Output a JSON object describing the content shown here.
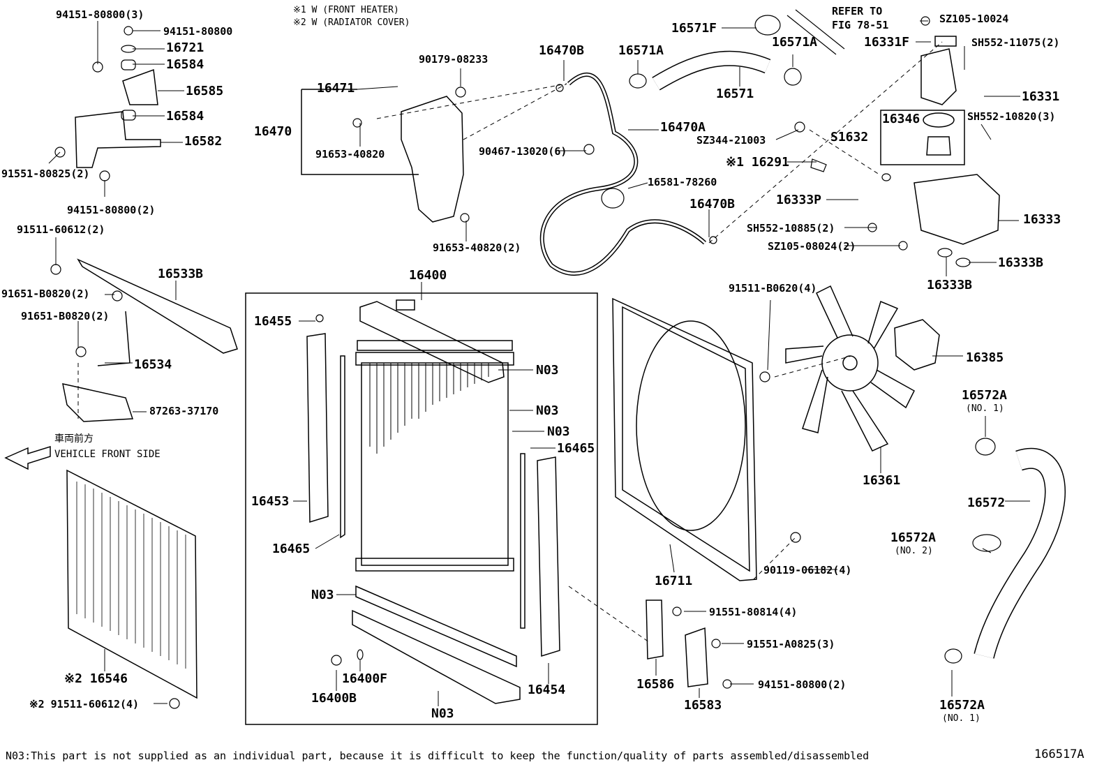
{
  "notes": [
    "※1 W (FRONT HEATER)",
    "※2 W (RADIATOR COVER)"
  ],
  "refer": [
    "REFER TO",
    "FIG 78-51"
  ],
  "front_side": [
    "車両前方",
    "VEHICLE FRONT SIDE"
  ],
  "labels": {
    "l94151_3": "94151-80800(3)",
    "l94151a": "94151-80800",
    "l16721": "16721",
    "l16584a": "16584",
    "l16585": "16585",
    "l16584b": "16584",
    "l16582": "16582",
    "l91551_2": "91551-80825(2)",
    "l94151_2": "94151-80800(2)",
    "l91511_2": "91511-60612(2)",
    "l16533B": "16533B",
    "l91651a": "91651-B0820(2)",
    "l91651b": "91651-B0820(2)",
    "l16534": "16534",
    "l87263": "87263-37170",
    "l16546": "※2 16546",
    "l91511_4": "※2 91511-60612(4)",
    "l16470": "16470",
    "l16471": "16471",
    "l90179": "90179-08233",
    "l91653a": "91653-40820",
    "l91653b": "91653-40820(2)",
    "l90467": "90467-13020(6)",
    "l16470B_top": "16470B",
    "l16470A": "16470A",
    "l16581": "16581-78260",
    "l16470B_bot": "16470B",
    "l16571F": "16571F",
    "l16571A_l": "16571A",
    "l16571A_r": "16571A",
    "l16571": "16571",
    "lSZ105_10024": "SZ105-10024",
    "l16331F": "16331F",
    "lSH552_11075": "SH552-11075(2)",
    "l16331": "16331",
    "l16346": "16346",
    "lSH552_10820": "SH552-10820(3)",
    "lSZ344": "SZ344-21003",
    "lS1632": "S1632",
    "l16291": "※1 16291",
    "l16333P": "16333P",
    "lSH552_10885": "SH552-10885(2)",
    "l16333": "16333",
    "lSZ105_08024": "SZ105-08024(2)",
    "l16333B_r": "16333B",
    "l16333B_b": "16333B",
    "l16400": "16400",
    "l16455": "16455",
    "lN03a": "N03",
    "lN03b": "N03",
    "lN03c": "N03",
    "l16465a": "16465",
    "l16453": "16453",
    "l16465b": "16465",
    "lN03d": "N03",
    "l16400F": "16400F",
    "l16400B": "16400B",
    "l16454": "16454",
    "lN03e": "N03",
    "l91511_B0620": "91511-B0620(4)",
    "l16385": "16385",
    "l16361": "16361",
    "l16711": "16711",
    "l90119": "90119-06182(4)",
    "l91551_80814": "91551-80814(4)",
    "l91551_A0825": "91551-A0825(3)",
    "l94151_80800_2b": "94151-80800(2)",
    "l16586": "16586",
    "l16583": "16583",
    "l16572A_top": "16572A",
    "lno1_top": "(NO. 1)",
    "l16572": "16572",
    "l16572A_mid": "16572A",
    "lno2": "(NO. 2)",
    "l16572A_bot": "16572A",
    "lno1_bot": "(NO. 1)"
  },
  "footnote": "N03:This part is not supplied as an individual part, because it is difficult to keep the function/quality of parts assembled/disassembled",
  "figure_number": "166517A"
}
